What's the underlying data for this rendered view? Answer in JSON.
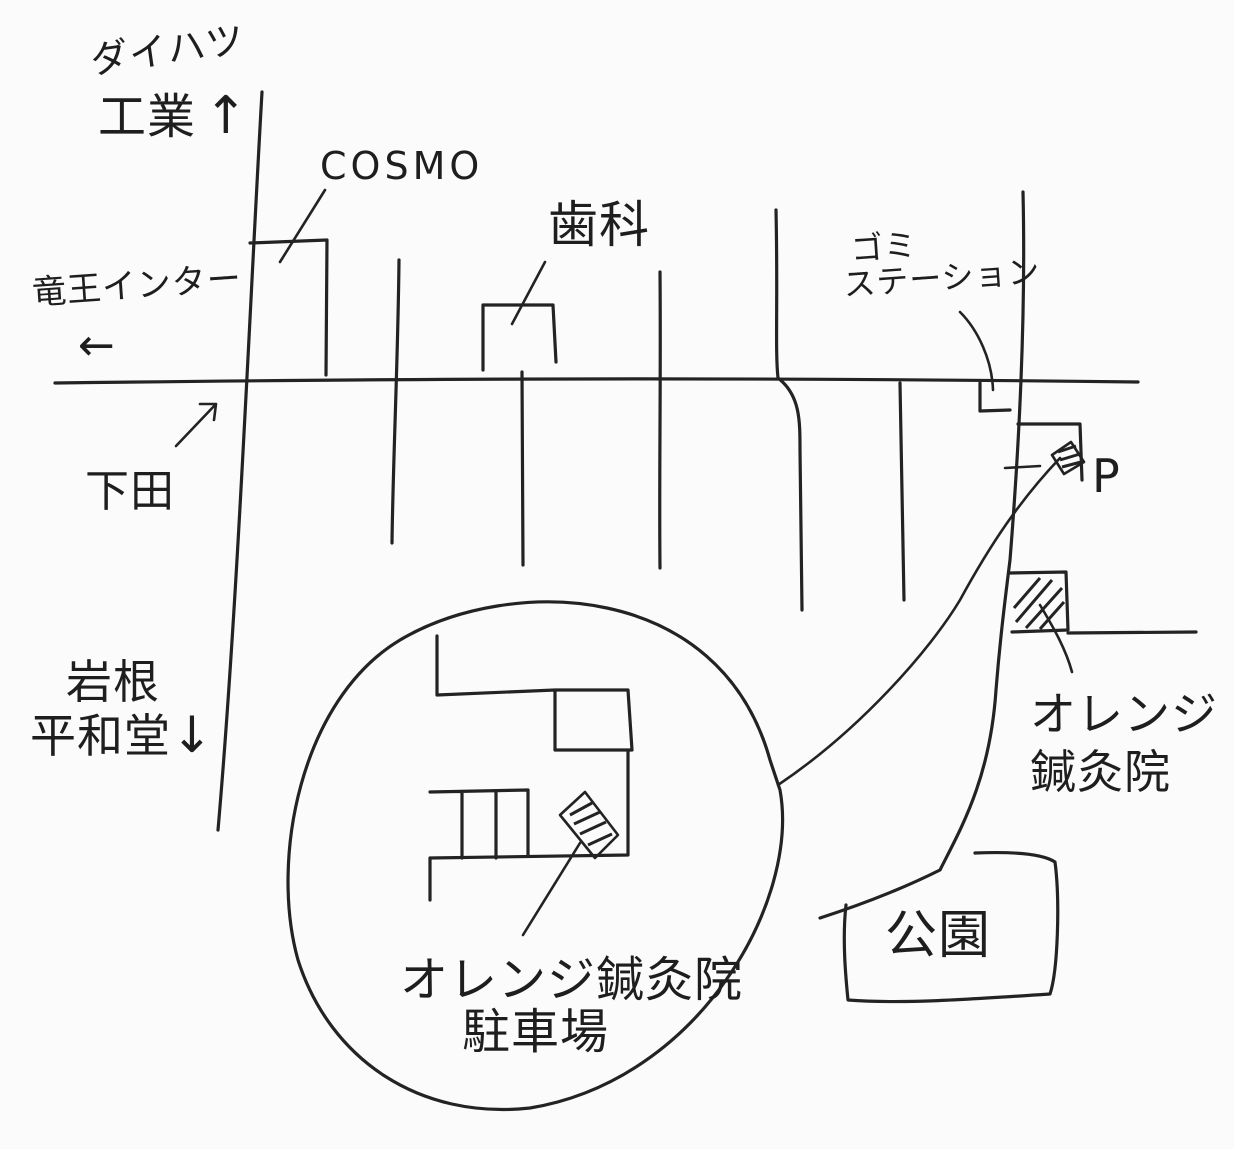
{
  "labels": {
    "daihatsu_line1": "ダイハツ",
    "daihatsu_line2": "工業",
    "cosmo": "COSMO",
    "dentist": "歯科",
    "garbage_line1": "ゴミ",
    "garbage_line2": "ステーション",
    "ryuo_ic": "竜王インター",
    "shimoda": "下田",
    "parking_p": "P",
    "iwane_line1": "岩根",
    "iwane_line2": "平和堂",
    "orange_line1": "オレンジ",
    "orange_line2": "鍼灸院",
    "park": "公園",
    "inset_line1": "オレンジ鍼灸院",
    "inset_line2": "駐車場"
  },
  "arrows": {
    "up": "↑",
    "left": "←",
    "down": "↓"
  },
  "style": {
    "ink": "#232323",
    "paper": "#fbfbfb"
  }
}
